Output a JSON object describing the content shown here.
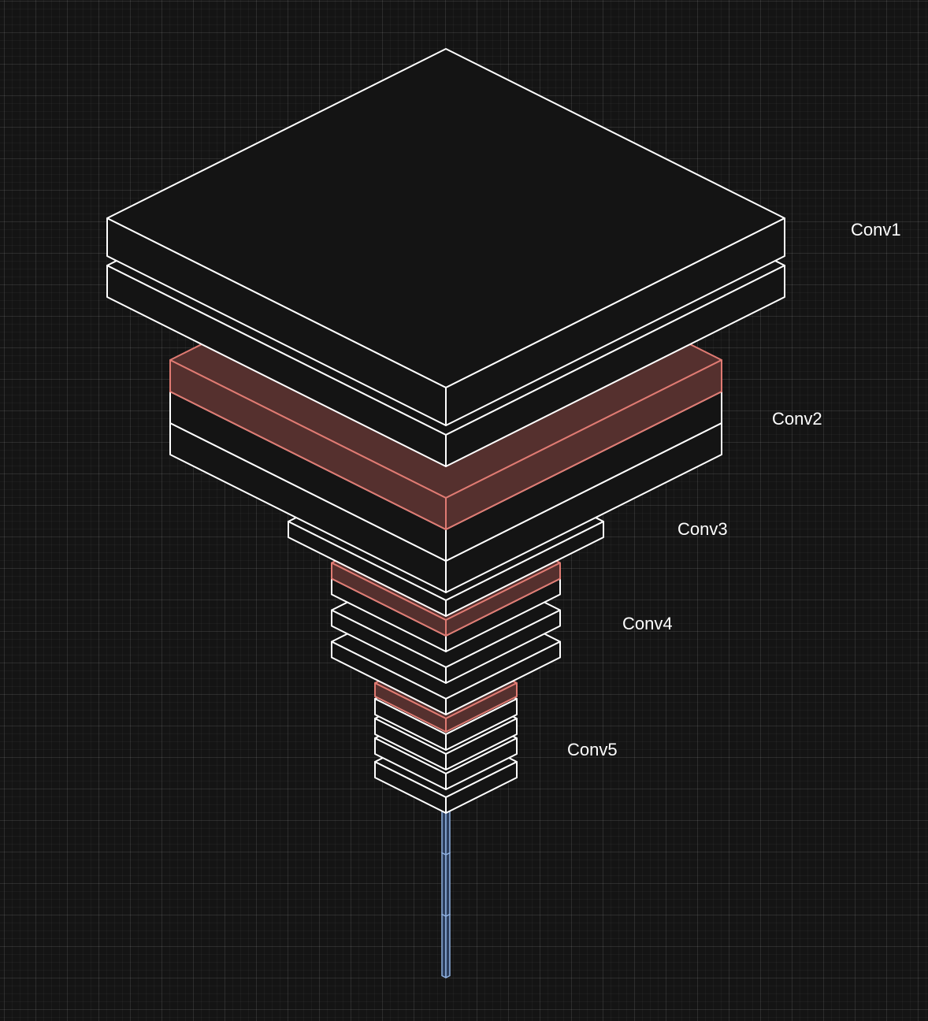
{
  "diagram": {
    "labels": [
      "Conv1",
      "Conv2",
      "Conv3",
      "Conv4",
      "Conv5"
    ],
    "colors": {
      "background": "#141414",
      "conv_stroke": "#ffffff",
      "conv_face": "#141414",
      "pool_stroke": "#e07b73",
      "pool_face": "#55302e",
      "fc_stroke": "#8fb1e0",
      "fc_face": "#2c3e5c"
    }
  }
}
